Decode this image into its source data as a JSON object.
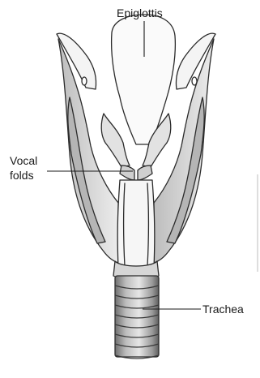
{
  "labels": {
    "epiglottis": "Epiglottis",
    "vocal_folds_line1": "Vocal",
    "vocal_folds_line2": "folds",
    "trachea": "Trachea"
  },
  "colors": {
    "outline": "#2b2b2b",
    "shade_light": "#d9d9d9",
    "shade_mid": "#bdbdbd",
    "shade_dark": "#8a8a8a",
    "background": "#ffffff"
  }
}
